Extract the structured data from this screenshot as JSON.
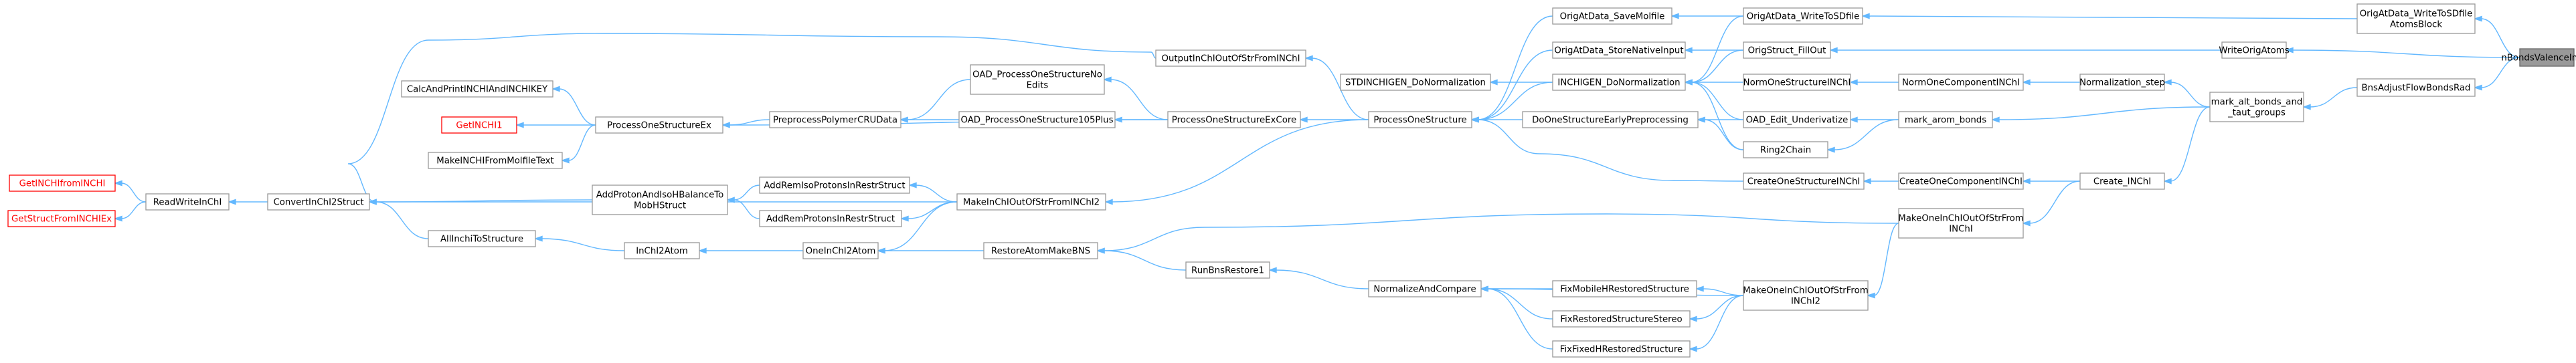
{
  "diagram": {
    "type": "call-graph",
    "target": "nBondsValenceInpAt",
    "colors": {
      "edge": "#63b8ff",
      "node_border": "#999999",
      "target_fill": "#999999",
      "error_node": "#ff0000"
    },
    "nodes": {
      "nBondsValenceInpAt": {
        "lines": [
          "nBondsValenceInpAt"
        ],
        "style": "target"
      },
      "OrigAtData_WriteToSDfileAtomsBlock": {
        "lines": [
          "OrigAtData_WriteToSDfile",
          "AtomsBlock"
        ],
        "style": "normal"
      },
      "WriteOrigAtoms": {
        "lines": [
          "WriteOrigAtoms"
        ],
        "style": "normal"
      },
      "BnsAdjustFlowBondsRad": {
        "lines": [
          "BnsAdjustFlowBondsRad"
        ],
        "style": "normal"
      },
      "OrigAtData_WriteToSDfile": {
        "lines": [
          "OrigAtData_WriteToSDfile"
        ],
        "style": "normal"
      },
      "OrigStruct_FillOut": {
        "lines": [
          "OrigStruct_FillOut"
        ],
        "style": "normal"
      },
      "mark_alt_bonds_and_taut_groups": {
        "lines": [
          "mark_alt_bonds_and",
          "_taut_groups"
        ],
        "style": "normal"
      },
      "Normalization_step": {
        "lines": [
          "Normalization_step"
        ],
        "style": "normal"
      },
      "Create_INChI": {
        "lines": [
          "Create_INChI"
        ],
        "style": "normal"
      },
      "NormOneComponentINChI": {
        "lines": [
          "NormOneComponentINChI"
        ],
        "style": "normal"
      },
      "mark_arom_bonds": {
        "lines": [
          "mark_arom_bonds"
        ],
        "style": "normal"
      },
      "CreateOneComponentINChI": {
        "lines": [
          "CreateOneComponentINChI"
        ],
        "style": "normal"
      },
      "MakeOneInChIOutOfStrFromINChI": {
        "lines": [
          "MakeOneInChIOutOfStrFrom",
          "INChI"
        ],
        "style": "normal"
      },
      "NormOneStructureINChI": {
        "lines": [
          "NormOneStructureINChI"
        ],
        "style": "normal"
      },
      "OAD_Edit_Underivatize": {
        "lines": [
          "OAD_Edit_Underivatize"
        ],
        "style": "normal"
      },
      "Ring2Chain": {
        "lines": [
          "Ring2Chain"
        ],
        "style": "normal"
      },
      "CreateOneStructureINChI": {
        "lines": [
          "CreateOneStructureINChI"
        ],
        "style": "normal"
      },
      "MakeOneInChIOutOfStrFromINChI2": {
        "lines": [
          "MakeOneInChIOutOfStrFrom",
          "INChI2"
        ],
        "style": "normal"
      },
      "OrigAtData_SaveMolfile": {
        "lines": [
          "OrigAtData_SaveMolfile"
        ],
        "style": "normal"
      },
      "OrigAtData_StoreNativeInput": {
        "lines": [
          "OrigAtData_StoreNativeInput"
        ],
        "style": "normal"
      },
      "INCHIGEN_DoNormalization": {
        "lines": [
          "INCHIGEN_DoNormalization"
        ],
        "style": "normal"
      },
      "DoOneStructureEarlyPreprocessing": {
        "lines": [
          "DoOneStructureEarlyPreprocessing"
        ],
        "style": "normal"
      },
      "FixMobileHRestoredStructure": {
        "lines": [
          "FixMobileHRestoredStructure"
        ],
        "style": "normal"
      },
      "FixRestoredStructureStereo": {
        "lines": [
          "FixRestoredStructureStereo"
        ],
        "style": "normal"
      },
      "FixFixedHRestoredStructure": {
        "lines": [
          "FixFixedHRestoredStructure"
        ],
        "style": "normal"
      },
      "ProcessOneStructure": {
        "lines": [
          "ProcessOneStructure"
        ],
        "style": "normal"
      },
      "STDINCHIGEN_DoNormalization": {
        "lines": [
          "STDINCHIGEN_DoNormalization"
        ],
        "style": "normal"
      },
      "NormalizeAndCompare": {
        "lines": [
          "NormalizeAndCompare"
        ],
        "style": "normal"
      },
      "OutputInChIOutOfStrFromINChI": {
        "lines": [
          "OutputInChIOutOfStrFromINChI"
        ],
        "style": "normal"
      },
      "ProcessOneStructureExCore": {
        "lines": [
          "ProcessOneStructureExCore"
        ],
        "style": "normal"
      },
      "MakeInChIOutOfStrFromINChI2": {
        "lines": [
          "MakeInChIOutOfStrFromINChI2"
        ],
        "style": "normal"
      },
      "RunBnsRestore1": {
        "lines": [
          "RunBnsRestore1"
        ],
        "style": "normal"
      },
      "OAD_ProcessOneStructureNoEdits": {
        "lines": [
          "OAD_ProcessOneStructureNo",
          "Edits"
        ],
        "style": "normal"
      },
      "OAD_ProcessOneStructure105Plus": {
        "lines": [
          "OAD_ProcessOneStructure105Plus"
        ],
        "style": "normal"
      },
      "AddRemIsoProtonsInRestrStruct": {
        "lines": [
          "AddRemIsoProtonsInRestrStruct"
        ],
        "style": "normal"
      },
      "AddRemProtonsInRestrStruct": {
        "lines": [
          "AddRemProtonsInRestrStruct"
        ],
        "style": "normal"
      },
      "OneInChI2Atom": {
        "lines": [
          "OneInChI2Atom"
        ],
        "style": "normal"
      },
      "RestoreAtomMakeBNS": {
        "lines": [
          "RestoreAtomMakeBNS"
        ],
        "style": "normal"
      },
      "PreprocessPolymerCRUData": {
        "lines": [
          "PreprocessPolymerCRUData"
        ],
        "style": "normal"
      },
      "AddProtonAndIsoHBalanceToMobHStruct": {
        "lines": [
          "AddProtonAndIsoHBalanceTo",
          "MobHStruct"
        ],
        "style": "normal"
      },
      "InChI2Atom": {
        "lines": [
          "InChI2Atom"
        ],
        "style": "normal"
      },
      "ProcessOneStructureEx": {
        "lines": [
          "ProcessOneStructureEx"
        ],
        "style": "normal"
      },
      "AllInchiToStructure": {
        "lines": [
          "AllInchiToStructure"
        ],
        "style": "normal"
      },
      "CalcAndPrintINCHIAndINCHIKEY": {
        "lines": [
          "CalcAndPrintINCHIAndINCHIKEY"
        ],
        "style": "normal"
      },
      "GetINCHI1": {
        "lines": [
          "GetINCHI1"
        ],
        "style": "red"
      },
      "MakeINCHIFromMolfileText": {
        "lines": [
          "MakeINCHIFromMolfileText"
        ],
        "style": "normal"
      },
      "ConvertInChI2Struct": {
        "lines": [
          "ConvertInChI2Struct"
        ],
        "style": "normal"
      },
      "ReadWriteInChI": {
        "lines": [
          "ReadWriteInChI"
        ],
        "style": "normal"
      },
      "GetINCHIfromINCHI": {
        "lines": [
          "GetINCHIfromINCHI"
        ],
        "style": "red"
      },
      "GetStructFromINCHIEx": {
        "lines": [
          "GetStructFromINCHIEx"
        ],
        "style": "red"
      }
    },
    "edges": [
      [
        "OrigAtData_WriteToSDfileAtomsBlock",
        "nBondsValenceInpAt"
      ],
      [
        "WriteOrigAtoms",
        "nBondsValenceInpAt"
      ],
      [
        "BnsAdjustFlowBondsRad",
        "nBondsValenceInpAt"
      ],
      [
        "OrigAtData_WriteToSDfile",
        "OrigAtData_WriteToSDfileAtomsBlock"
      ],
      [
        "OrigStruct_FillOut",
        "WriteOrigAtoms"
      ],
      [
        "mark_alt_bonds_and_taut_groups",
        "BnsAdjustFlowBondsRad"
      ],
      [
        "Normalization_step",
        "mark_alt_bonds_and_taut_groups"
      ],
      [
        "mark_arom_bonds",
        "mark_alt_bonds_and_taut_groups"
      ],
      [
        "Create_INChI",
        "mark_alt_bonds_and_taut_groups"
      ],
      [
        "NormOneComponentINChI",
        "Normalization_step"
      ],
      [
        "CreateOneComponentINChI",
        "Create_INChI"
      ],
      [
        "MakeOneInChIOutOfStrFromINChI",
        "Create_INChI"
      ],
      [
        "NormOneStructureINChI",
        "NormOneComponentINChI"
      ],
      [
        "OAD_Edit_Underivatize",
        "mark_arom_bonds"
      ],
      [
        "Ring2Chain",
        "mark_arom_bonds"
      ],
      [
        "CreateOneStructureINChI",
        "CreateOneComponentINChI"
      ],
      [
        "MakeOneInChIOutOfStrFromINChI2",
        "MakeOneInChIOutOfStrFromINChI"
      ],
      [
        "RestoreAtomMakeBNS",
        "MakeOneInChIOutOfStrFromINChI"
      ],
      [
        "OrigAtData_SaveMolfile",
        "OrigAtData_WriteToSDfile"
      ],
      [
        "OrigAtData_StoreNativeInput",
        "OrigStruct_FillOut"
      ],
      [
        "INCHIGEN_DoNormalization",
        "OrigStruct_FillOut"
      ],
      [
        "INCHIGEN_DoNormalization",
        "OrigAtData_WriteToSDfile"
      ],
      [
        "INCHIGEN_DoNormalization",
        "NormOneStructureINChI"
      ],
      [
        "INCHIGEN_DoNormalization",
        "OAD_Edit_Underivatize"
      ],
      [
        "INCHIGEN_DoNormalization",
        "Ring2Chain"
      ],
      [
        "DoOneStructureEarlyPreprocessing",
        "OAD_Edit_Underivatize"
      ],
      [
        "DoOneStructureEarlyPreprocessing",
        "Ring2Chain"
      ],
      [
        "ProcessOneStructure",
        "OrigAtData_SaveMolfile"
      ],
      [
        "ProcessOneStructure",
        "OrigAtData_StoreNativeInput"
      ],
      [
        "ProcessOneStructure",
        "INCHIGEN_DoNormalization"
      ],
      [
        "ProcessOneStructure",
        "DoOneStructureEarlyPreprocessing"
      ],
      [
        "ProcessOneStructure",
        "CreateOneStructureINChI"
      ],
      [
        "STDINCHIGEN_DoNormalization",
        "INCHIGEN_DoNormalization"
      ],
      [
        "FixMobileHRestoredStructure",
        "MakeOneInChIOutOfStrFromINChI2"
      ],
      [
        "FixRestoredStructureStereo",
        "MakeOneInChIOutOfStrFromINChI2"
      ],
      [
        "FixFixedHRestoredStructure",
        "MakeOneInChIOutOfStrFromINChI2"
      ],
      [
        "NormalizeAndCompare",
        "MakeOneInChIOutOfStrFromINChI2"
      ],
      [
        "NormalizeAndCompare",
        "FixMobileHRestoredStructure"
      ],
      [
        "NormalizeAndCompare",
        "FixRestoredStructureStereo"
      ],
      [
        "NormalizeAndCompare",
        "FixFixedHRestoredStructure"
      ],
      [
        "RunBnsRestore1",
        "NormalizeAndCompare"
      ],
      [
        "RestoreAtomMakeBNS",
        "RunBnsRestore1"
      ],
      [
        "OutputInChIOutOfStrFromINChI",
        "ProcessOneStructure"
      ],
      [
        "ProcessOneStructureExCore",
        "ProcessOneStructure"
      ],
      [
        "MakeInChIOutOfStrFromINChI2",
        "ProcessOneStructure"
      ],
      [
        "OAD_ProcessOneStructureNoEdits",
        "ProcessOneStructureExCore"
      ],
      [
        "OAD_ProcessOneStructure105Plus",
        "ProcessOneStructureExCore"
      ],
      [
        "ProcessOneStructureEx",
        "ProcessOneStructureExCore"
      ],
      [
        "PreprocessPolymerCRUData",
        "OAD_ProcessOneStructureNoEdits"
      ],
      [
        "PreprocessPolymerCRUData",
        "OAD_ProcessOneStructure105Plus"
      ],
      [
        "ProcessOneStructureEx",
        "PreprocessPolymerCRUData"
      ],
      [
        "AddRemIsoProtonsInRestrStruct",
        "MakeInChIOutOfStrFromINChI2"
      ],
      [
        "AddRemProtonsInRestrStruct",
        "MakeInChIOutOfStrFromINChI2"
      ],
      [
        "OneInChI2Atom",
        "MakeInChIOutOfStrFromINChI2"
      ],
      [
        "OneInChI2Atom",
        "RestoreAtomMakeBNS"
      ],
      [
        "AddProtonAndIsoHBalanceToMobHStruct",
        "AddRemIsoProtonsInRestrStruct"
      ],
      [
        "AddProtonAndIsoHBalanceToMobHStruct",
        "AddRemProtonsInRestrStruct"
      ],
      [
        "InChI2Atom",
        "OneInChI2Atom"
      ],
      [
        "AllInchiToStructure",
        "InChI2Atom"
      ],
      [
        "CalcAndPrintINCHIAndINCHIKEY",
        "ProcessOneStructureEx"
      ],
      [
        "GetINCHI1",
        "ProcessOneStructureEx"
      ],
      [
        "MakeINCHIFromMolfileText",
        "ProcessOneStructureEx"
      ],
      [
        "ConvertInChI2Struct",
        "OutputInChIOutOfStrFromINChI"
      ],
      [
        "ConvertInChI2Struct",
        "MakeInChIOutOfStrFromINChI2"
      ],
      [
        "ConvertInChI2Struct",
        "AddProtonAndIsoHBalanceToMobHStruct"
      ],
      [
        "ConvertInChI2Struct",
        "AllInchiToStructure"
      ],
      [
        "ReadWriteInChI",
        "ConvertInChI2Struct"
      ],
      [
        "GetINCHIfromINCHI",
        "ReadWriteInChI"
      ],
      [
        "GetStructFromINCHIEx",
        "ReadWriteInChI"
      ]
    ]
  }
}
